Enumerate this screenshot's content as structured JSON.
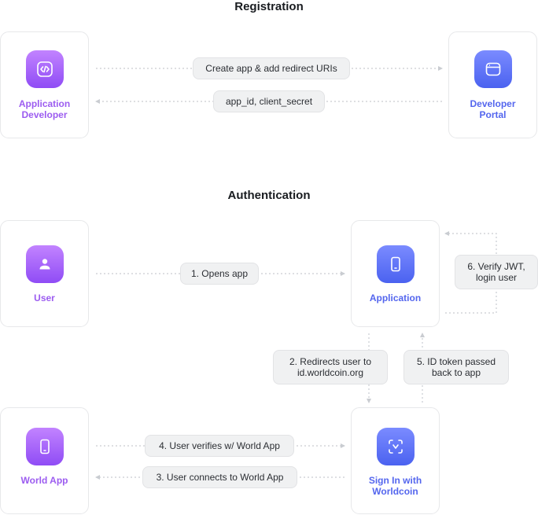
{
  "sections": {
    "registration": "Registration",
    "authentication": "Authentication"
  },
  "nodes": {
    "app_developer": "Application Developer",
    "developer_portal": "Developer Portal",
    "user": "User",
    "application": "Application",
    "world_app": "World App",
    "sign_in": "Sign In with Worldcoin"
  },
  "arrows": {
    "create_app": "Create app & add redirect URIs",
    "credentials": "app_id, client_secret",
    "opens_app": "1. Opens app",
    "redirects": "2. Redirects user to id.worldcoin.org",
    "user_verifies": "4. User verifies w/ World App",
    "user_connects": "3. User connects to World App",
    "id_token": "5. ID token passed back to app",
    "verify_jwt": "6. Verify JWT, login user"
  },
  "colors": {
    "purple": "#9c5cf0",
    "blue": "#5466ee",
    "connector": "#c9ccd1"
  },
  "icons": {
    "app_developer": "code-icon",
    "developer_portal": "browser-window-icon",
    "user": "person-icon",
    "application": "phone-icon",
    "world_app": "phone-icon",
    "sign_in": "face-scan-icon"
  }
}
